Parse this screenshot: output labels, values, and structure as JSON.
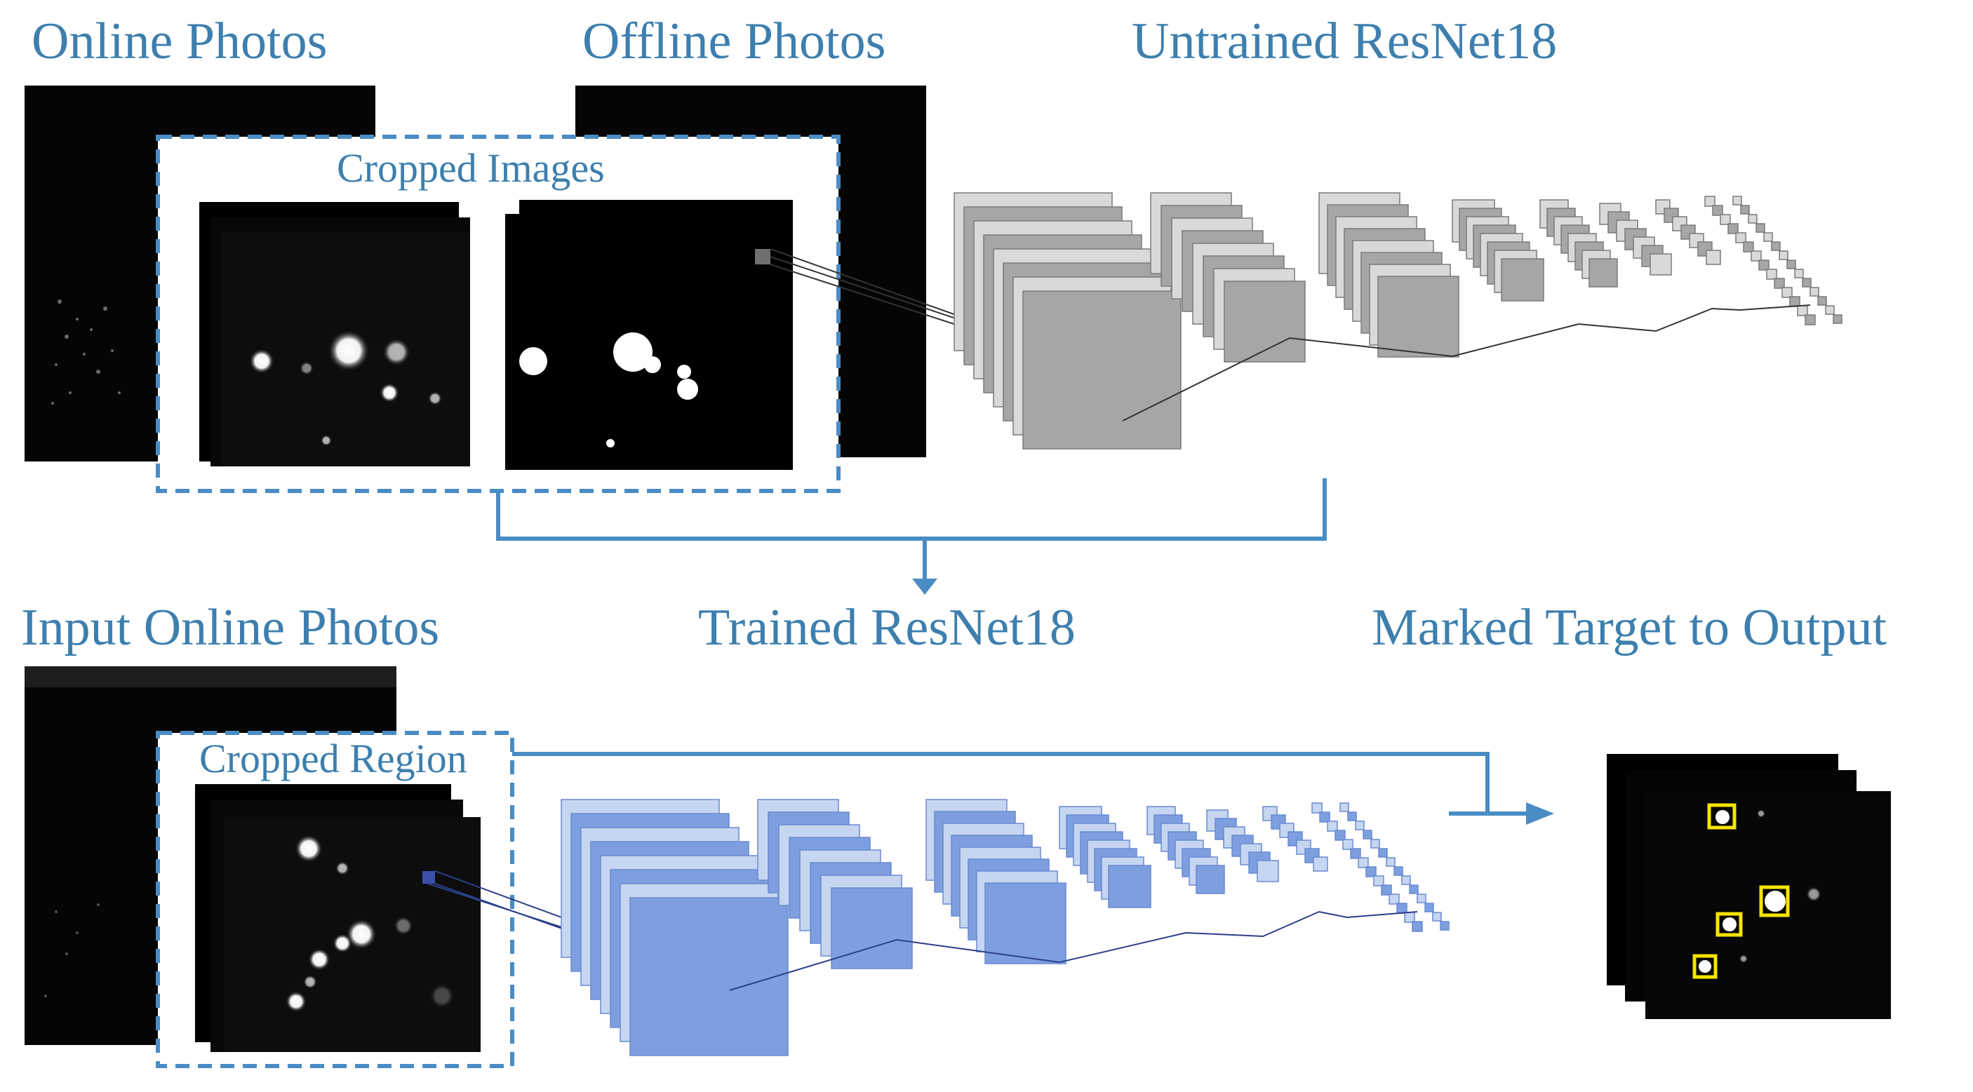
{
  "labels": {
    "online_photos": "Online Photos",
    "offline_photos": "Offline Photos",
    "untrained_resnet": "Untrained ResNet18",
    "cropped_images": "Cropped Images",
    "input_online_photos": "Input Online Photos",
    "trained_resnet": "Trained ResNet18",
    "marked_target": "Marked Target to Output",
    "cropped_region": "Cropped Region"
  },
  "colors": {
    "label_blue": "#3d7fae",
    "arrow_blue": "#4a8cc4",
    "gray_layer": "#a6a6a6",
    "gray_layer_light": "#d9d9d9",
    "blue_layer": "#7d9fe0",
    "blue_layer_light": "#c6d6f1",
    "marker_yellow": "#f5e400"
  }
}
